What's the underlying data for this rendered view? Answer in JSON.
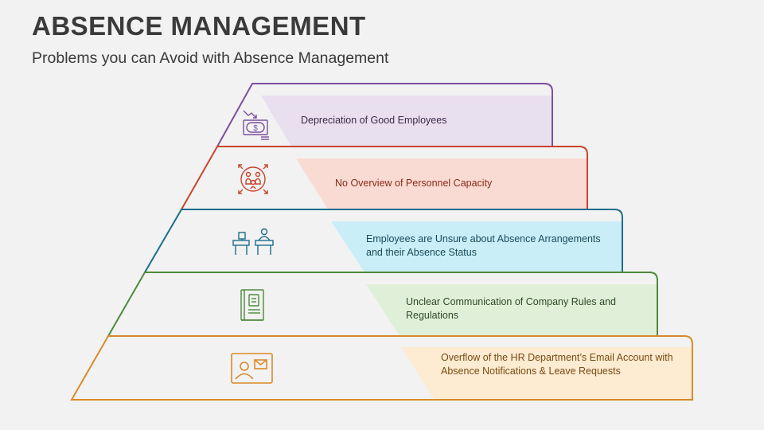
{
  "title": "ABSENCE MANAGEMENT",
  "subtitle": "Problems you can Avoid with Absence Management",
  "tiers": [
    {
      "label": "Depreciation of Good Employees",
      "icon": "money-decline-icon",
      "color": "#7b4f9e",
      "fill": "#e8dfef",
      "text_color": "#3a2a4a"
    },
    {
      "label": "No Overview of Personnel Capacity",
      "icon": "personnel-overview-icon",
      "color": "#c8442c",
      "fill": "#fadbd4",
      "text_color": "#8a2a18"
    },
    {
      "label": "Employees are Unsure about Absence Arrangements and their Absence Status",
      "icon": "empty-desk-icon",
      "color": "#1c6e8c",
      "fill": "#c9eef8",
      "text_color": "#1a4a5a"
    },
    {
      "label": "Unclear Communication of Company Rules and Regulations",
      "icon": "rulebook-icon",
      "color": "#4e8a3a",
      "fill": "#e0f0d8",
      "text_color": "#2e4a24"
    },
    {
      "label": "Overflow of the HR Department’s Email Account with Absence Notifications & Leave Requests",
      "icon": "contact-card-email-icon",
      "color": "#d98a2a",
      "fill": "#fdebd2",
      "text_color": "#7a4a10"
    }
  ]
}
